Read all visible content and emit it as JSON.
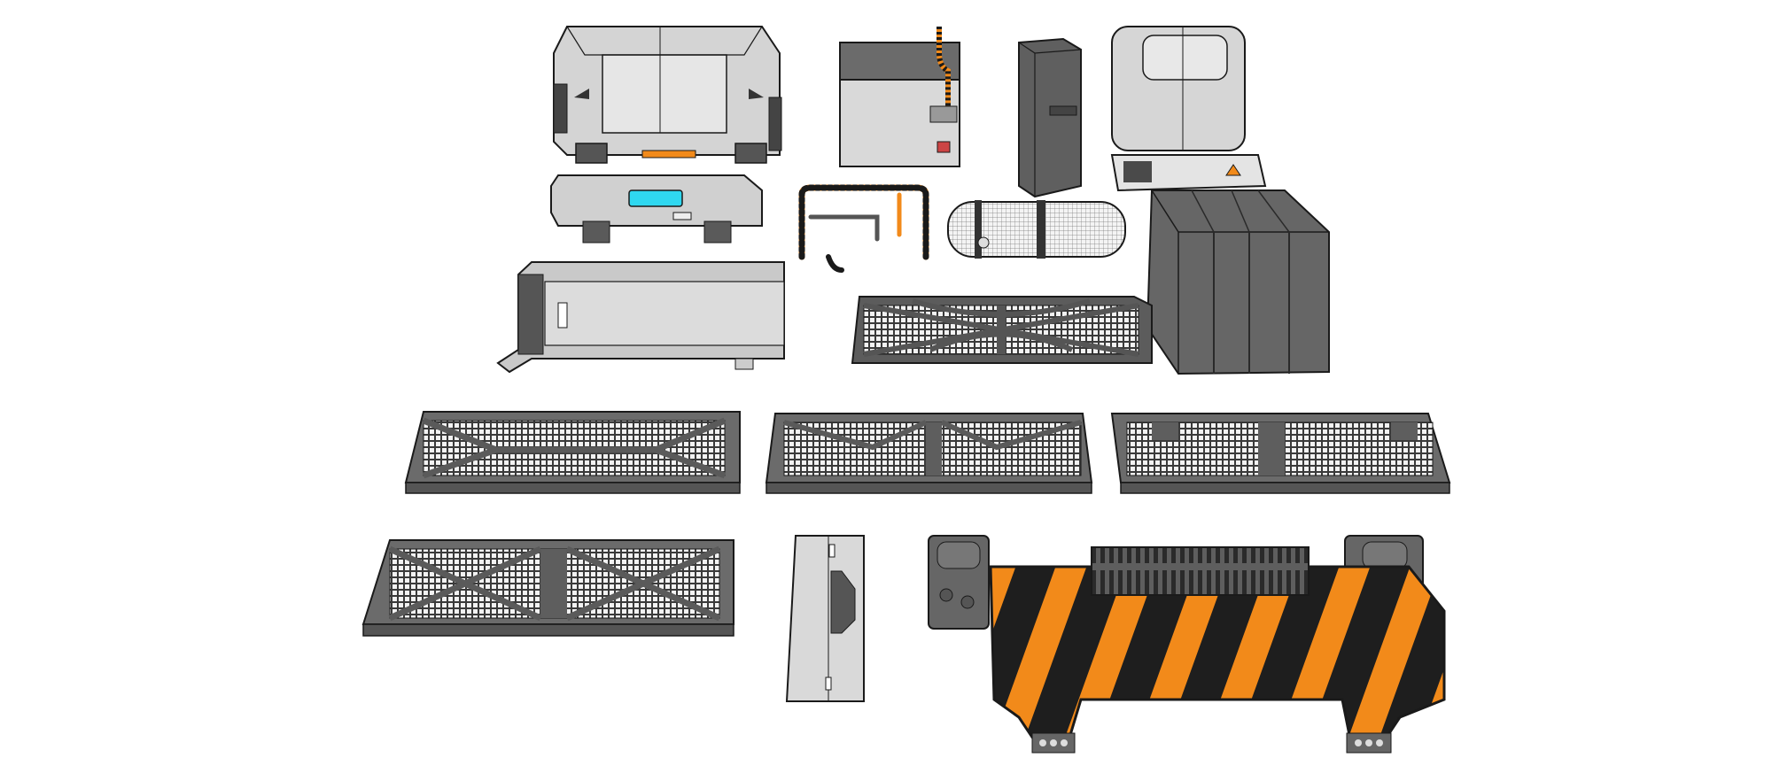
{
  "colors": {
    "background": "#ffffff",
    "outline": "#1a1a1a",
    "light_gray": "#d9d9d9",
    "mid_gray": "#a8a8a8",
    "dark_gray": "#6b6b6b",
    "darker_gray": "#555555",
    "hazard_orange": "#f28a1a",
    "hazard_black": "#1e1e1e",
    "cyan_panel": "#2fd8f0"
  },
  "assets": [
    {
      "id": "cargo-container",
      "icon": "cargo-container-icon"
    },
    {
      "id": "crate-with-cable",
      "icon": "crate-icon"
    },
    {
      "id": "tall-locker",
      "icon": "locker-icon"
    },
    {
      "id": "rounded-box",
      "icon": "box-icon"
    },
    {
      "id": "console-panel",
      "icon": "console-icon"
    },
    {
      "id": "bent-pipes",
      "icon": "pipe-icon"
    },
    {
      "id": "fuel-tank",
      "icon": "tank-icon"
    },
    {
      "id": "warning-plate",
      "icon": "warning-plate-icon"
    },
    {
      "id": "battery-box",
      "icon": "battery-icon"
    },
    {
      "id": "frame-plate",
      "icon": "frame-plate-icon"
    },
    {
      "id": "floor-grate-a",
      "icon": "grate-icon"
    },
    {
      "id": "floor-grate-b",
      "icon": "grate-icon"
    },
    {
      "id": "floor-grate-c",
      "icon": "grate-icon"
    },
    {
      "id": "floor-grate-d",
      "icon": "grate-icon"
    },
    {
      "id": "floor-grate-e",
      "icon": "grate-icon"
    },
    {
      "id": "bracket-strip",
      "icon": "strip-icon"
    },
    {
      "id": "hazard-barrier",
      "icon": "hazard-barrier-icon"
    },
    {
      "id": "vent-grille",
      "icon": "vent-icon"
    }
  ]
}
